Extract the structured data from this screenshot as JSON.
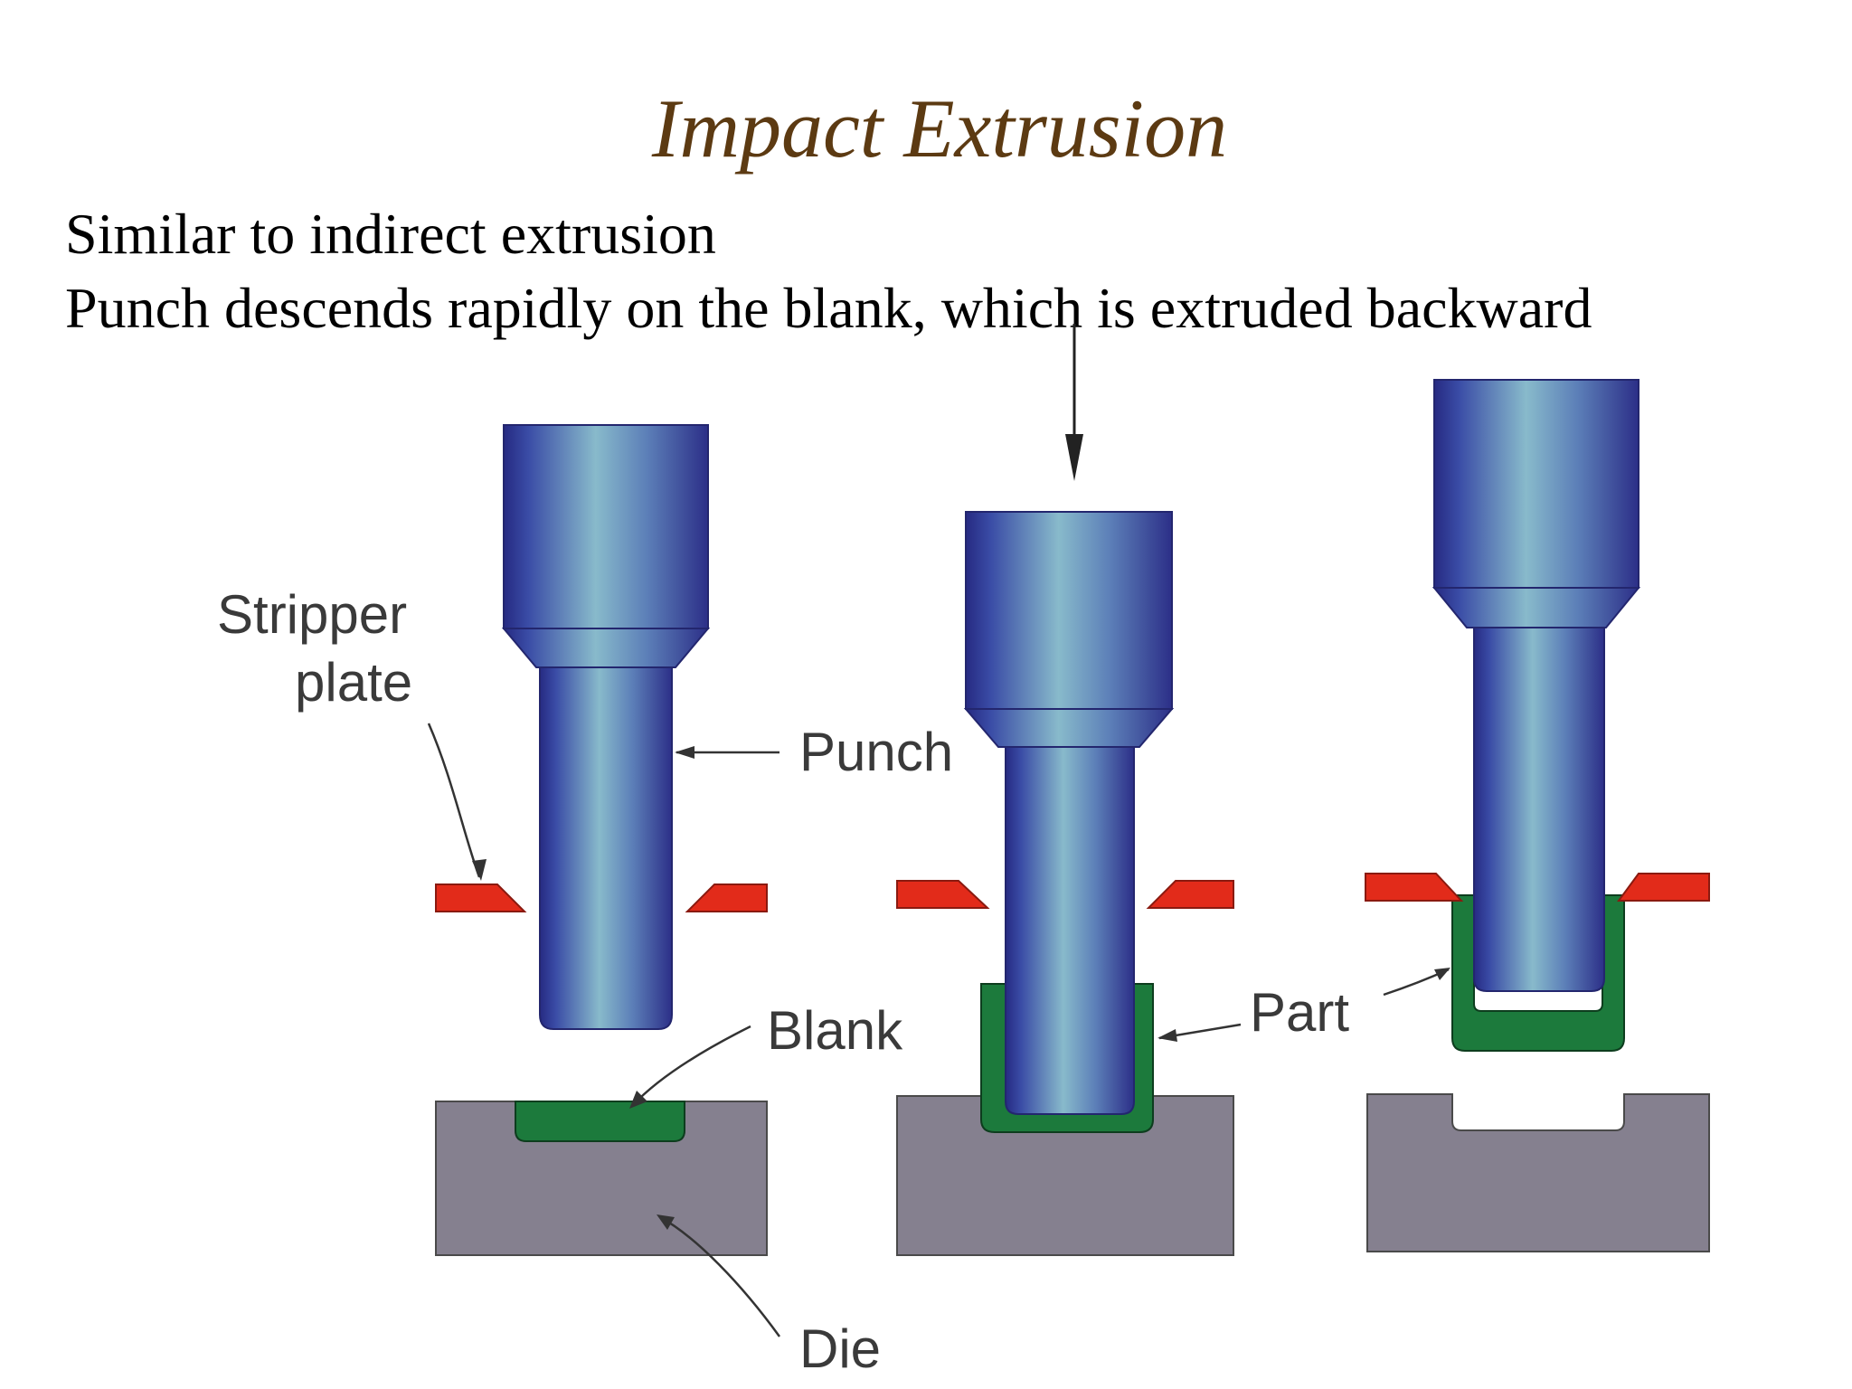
{
  "slide": {
    "title": "Impact Extrusion",
    "bullets": [
      "Similar to indirect extrusion",
      "Punch descends rapidly on the blank, which is extruded backward"
    ]
  },
  "diagram": {
    "labels": {
      "stripper_line1": "Stripper",
      "stripper_line2": "plate",
      "punch": "Punch",
      "blank": "Blank",
      "part": "Part",
      "die": "Die"
    },
    "colors": {
      "punch_dark": "#2a2e86",
      "punch_light": "#86b7c9",
      "stripper_plate": "#e22b1a",
      "blank_part": "#1c7a3c",
      "die": "#85808f",
      "title": "#5c3a12"
    }
  }
}
